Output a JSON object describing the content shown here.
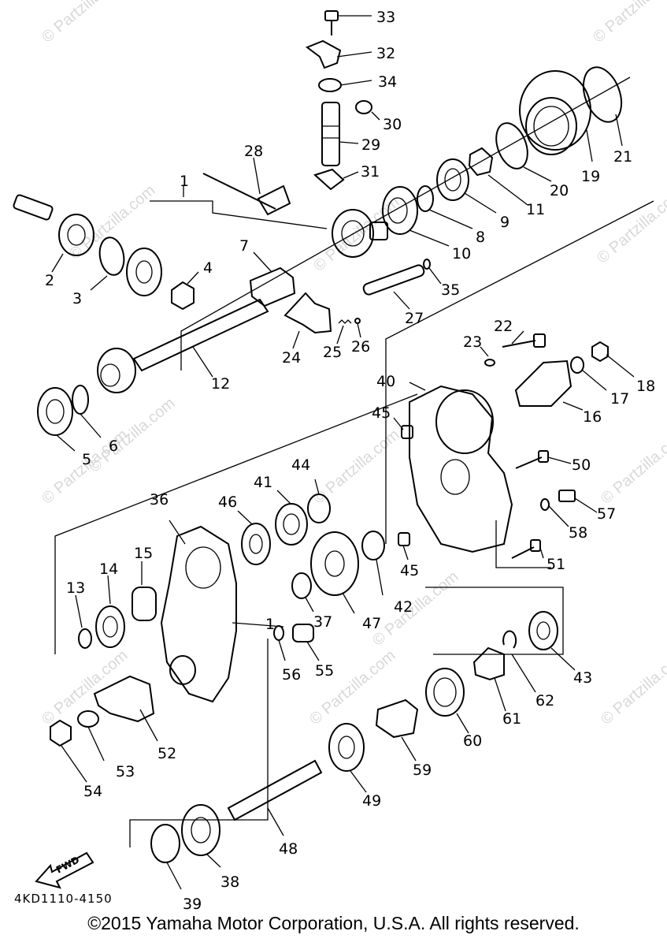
{
  "watermark": "© Partzilla.com",
  "figure_code": "4KD1110-4150",
  "fwd_label": "FWD",
  "copyright": "©2015 Yamaha Motor Corporation, U.S.A. All rights reserved.",
  "callout_numbers": [
    "1",
    "2",
    "3",
    "4",
    "5",
    "6",
    "7",
    "8",
    "9",
    "10",
    "11",
    "12",
    "13",
    "14",
    "15",
    "16",
    "17",
    "18",
    "19",
    "20",
    "21",
    "22",
    "23",
    "24",
    "25",
    "26",
    "27",
    "28",
    "29",
    "30",
    "31",
    "32",
    "33",
    "34",
    "35",
    "36",
    "37",
    "38",
    "39",
    "40",
    "41",
    "42",
    "43",
    "44",
    "45",
    "46",
    "47",
    "48",
    "49",
    "50",
    "51",
    "52",
    "53",
    "54",
    "55",
    "56",
    "57",
    "58",
    "59",
    "60",
    "61",
    "62"
  ]
}
